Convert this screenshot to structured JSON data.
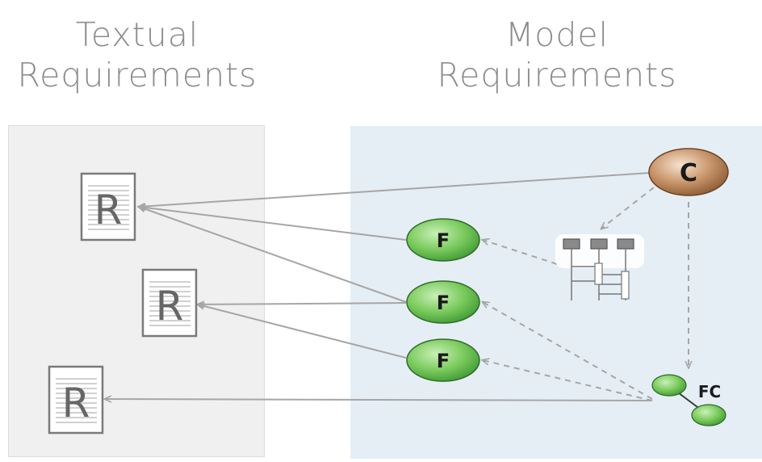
{
  "headings": {
    "textual": [
      "Textual",
      "Requirements"
    ],
    "model": [
      "Model",
      "Requirements"
    ]
  },
  "requirements": [
    {
      "label": "R"
    },
    {
      "label": "R"
    },
    {
      "label": "R"
    }
  ],
  "functions": [
    {
      "label": "F"
    },
    {
      "label": "F"
    },
    {
      "label": "F"
    }
  ],
  "component": {
    "label": "C"
  },
  "function_chain": {
    "label": "FC"
  },
  "colors": {
    "heading": "#8c8c8c",
    "left_panel": "#f0f0f0",
    "right_panel": "#e6eef5",
    "function_node": "#6cc25a",
    "component_node": "#c08a5e",
    "arrow": "#a6a6a6"
  }
}
